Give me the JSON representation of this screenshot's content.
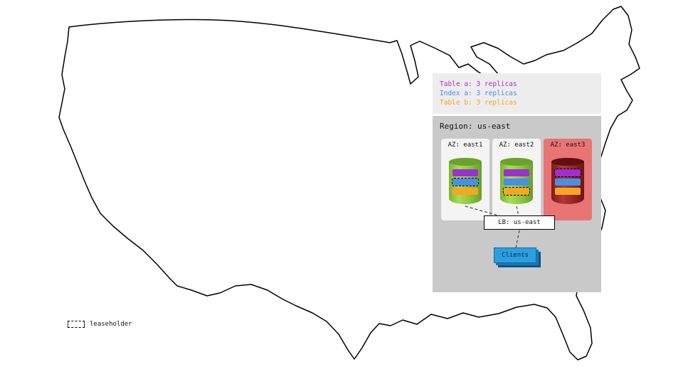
{
  "legend": {
    "items": [
      {
        "label": "Table a: 3 replicas",
        "color": "#b232c8"
      },
      {
        "label": "Index a: 3 replicas",
        "color": "#4a8fe0"
      },
      {
        "label": "Table b: 3 replicas",
        "color": "#f5a623"
      }
    ]
  },
  "region": {
    "title": "Region: us-east",
    "azs": [
      {
        "label": "AZ: east1",
        "status": "healthy",
        "leaseholder_of": "Index a"
      },
      {
        "label": "AZ: east2",
        "status": "healthy",
        "leaseholder_of": "Table b"
      },
      {
        "label": "AZ: east3",
        "status": "failed",
        "leaseholder_of": "Table a"
      }
    ],
    "lb_label": "LB: us-east",
    "clients_label": "Clients"
  },
  "footer_legend": {
    "label": "leaseholder"
  },
  "colors": {
    "table_a": "#b232c8",
    "index_a": "#4a8fe0",
    "table_b": "#f5a623",
    "region_bg": "#c9c9c9",
    "legend_bg": "#ededed",
    "az_bg": "#f4f4f4",
    "az_failed_bg": "#e87474",
    "cylinder_green": "#8cc63e",
    "cylinder_failed": "#9c2626",
    "clients_bg": "#2b9fe0"
  }
}
